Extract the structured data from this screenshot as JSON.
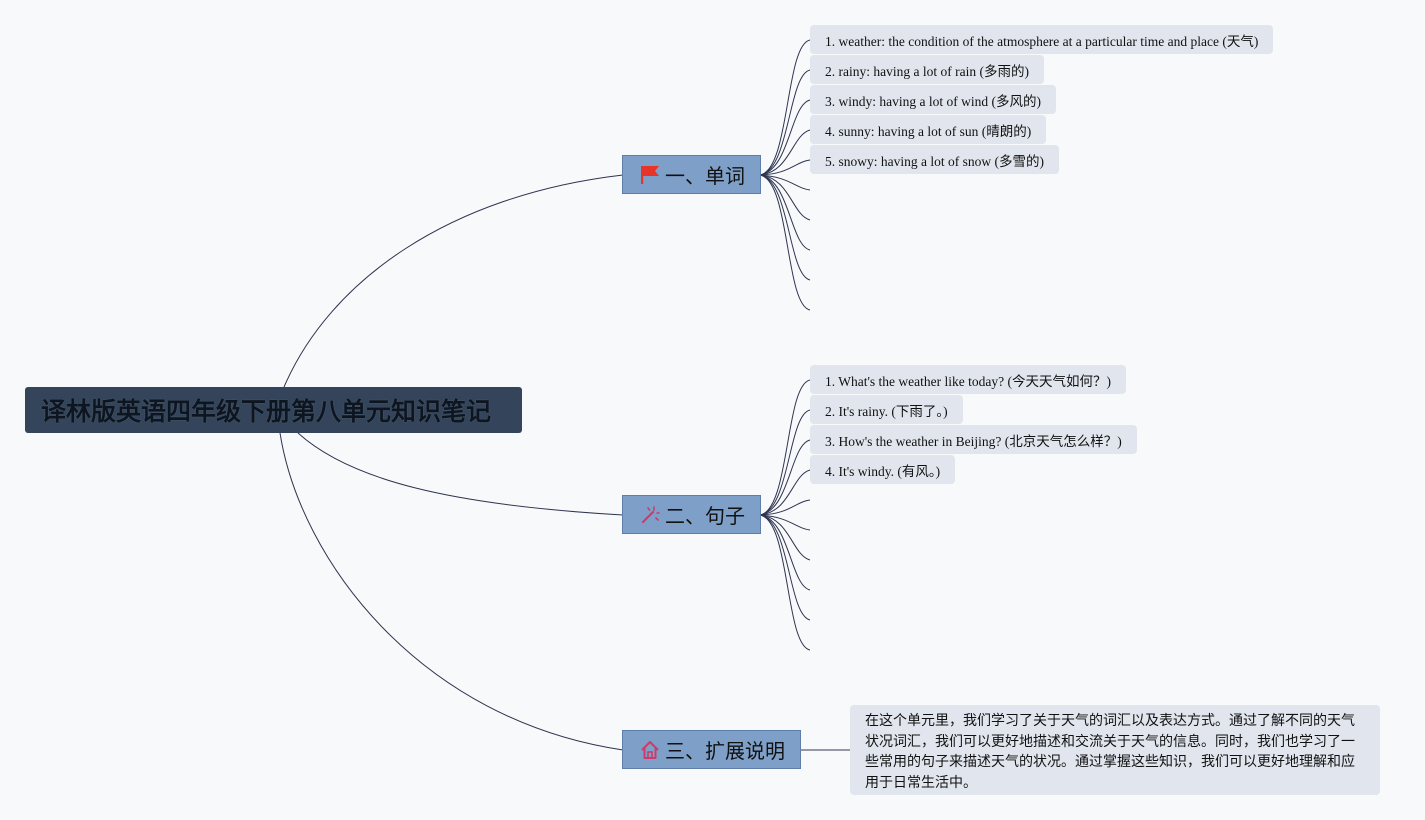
{
  "root": {
    "title": "译林版英语四年级下册第八单元知识笔记"
  },
  "branches": [
    {
      "label": "一、单词",
      "icon": "red-flag-icon",
      "items": [
        "1. weather: the condition of the atmosphere at a particular time and place (天气)",
        "2. rainy: having a lot of rain (多雨的)",
        "3. windy: having a lot of wind (多风的)",
        "4. sunny: having a lot of sun (晴朗的)",
        "5. snowy: having a lot of snow (多雪的)"
      ]
    },
    {
      "label": "二、句子",
      "icon": "magic-wand-icon",
      "items": [
        "1. What's the weather like today? (今天天气如何？)",
        "2. It's rainy. (下雨了。)",
        "3. How's the weather in Beijing? (北京天气怎么样？)",
        "4. It's windy. (有风。)"
      ]
    },
    {
      "label": "三、扩展说明",
      "icon": "home-icon",
      "note": "在这个单元里，我们学习了关于天气的词汇以及表达方式。通过了解不同的天气状况词汇，我们可以更好地描述和交流关于天气的信息。同时，我们也学习了一些常用的句子来描述天气的状况。通过掌握这些知识，我们可以更好地理解和应用于日常生活中。"
    }
  ],
  "colors": {
    "background": "#f8f9fb",
    "root_fill": "#34455b",
    "branch_fill": "#7e9fc7",
    "leaf_fill": "#e1e6ee",
    "connector": "#2f3550",
    "flag": "#e8332a",
    "wand": "#d03a6a",
    "home": "#d03a6a"
  }
}
